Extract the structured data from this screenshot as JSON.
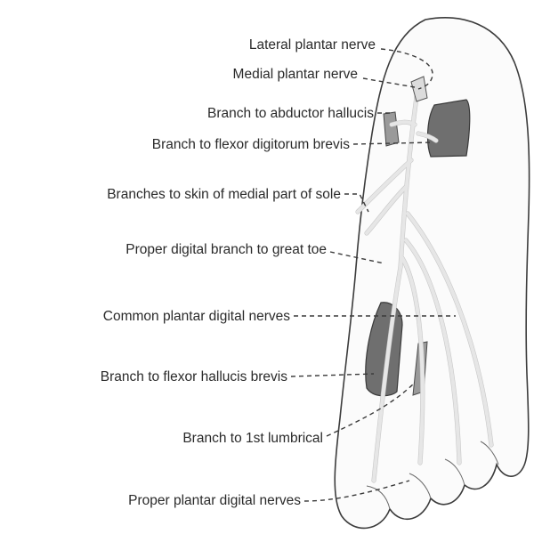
{
  "labels": {
    "lateral_plantar_nerve": "Lateral plantar nerve",
    "medial_plantar_nerve": "Medial plantar nerve",
    "branch_abductor_hallucis": "Branch to abductor hallucis",
    "branch_flexor_digitorum_brevis": "Branch to flexor digitorum brevis",
    "branches_skin_medial_sole": "Branches to skin of medial part of sole",
    "proper_digital_branch_great_toe": "Proper digital branch to great toe",
    "common_plantar_digital_nerves": "Common plantar digital nerves",
    "branch_flexor_hallucis_brevis": "Branch to flexor hallucis brevis",
    "branch_first_lumbrical": "Branch to 1st lumbrical",
    "proper_plantar_digital_nerves": "Proper plantar digital nerves"
  },
  "colors": {
    "ink": "#2a2a2a",
    "muscle": "#6f6f6f",
    "nerve": "#e6e6e6"
  }
}
